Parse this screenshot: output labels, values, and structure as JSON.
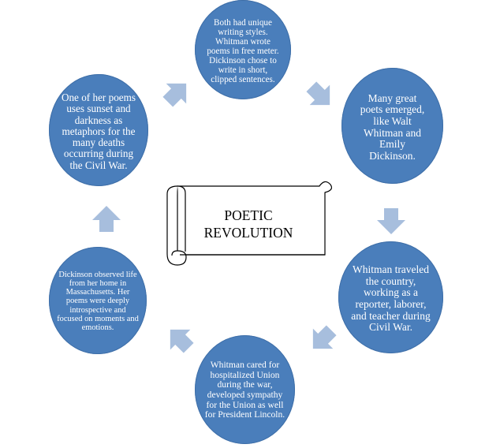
{
  "diagram": {
    "title": [
      "POETIC",
      "REVOLUTION"
    ],
    "nodes": [
      {
        "id": "c1",
        "text": "Both had unique writing styles. Whitman wrote poems in free meter. Dickinson chose to write in short, clipped sentences."
      },
      {
        "id": "c2",
        "text": "Many great poets emerged, like Walt Whitman and Emily Dickinson."
      },
      {
        "id": "c3",
        "text": "Whitman traveled the country, working as a reporter, laborer, and teacher during Civil War."
      },
      {
        "id": "c4",
        "text": "Whitman cared for hospitalized Union during the war, developed sympathy for the Union as well for President Lincoln."
      },
      {
        "id": "c5",
        "text": "Dickinson observed life from her home in Massachusetts. Her poems were deeply introspective and focused on moments and emotions."
      },
      {
        "id": "c6",
        "text": "One of her poems uses sunset and darkness as metaphors for the many deaths occurring during the Civil War."
      }
    ],
    "colors": {
      "node_fill": "#4a7ebb",
      "arrow_fill": "#a7bedd",
      "scroll_fill": "#ffffff",
      "scroll_stroke": "#000000"
    }
  }
}
